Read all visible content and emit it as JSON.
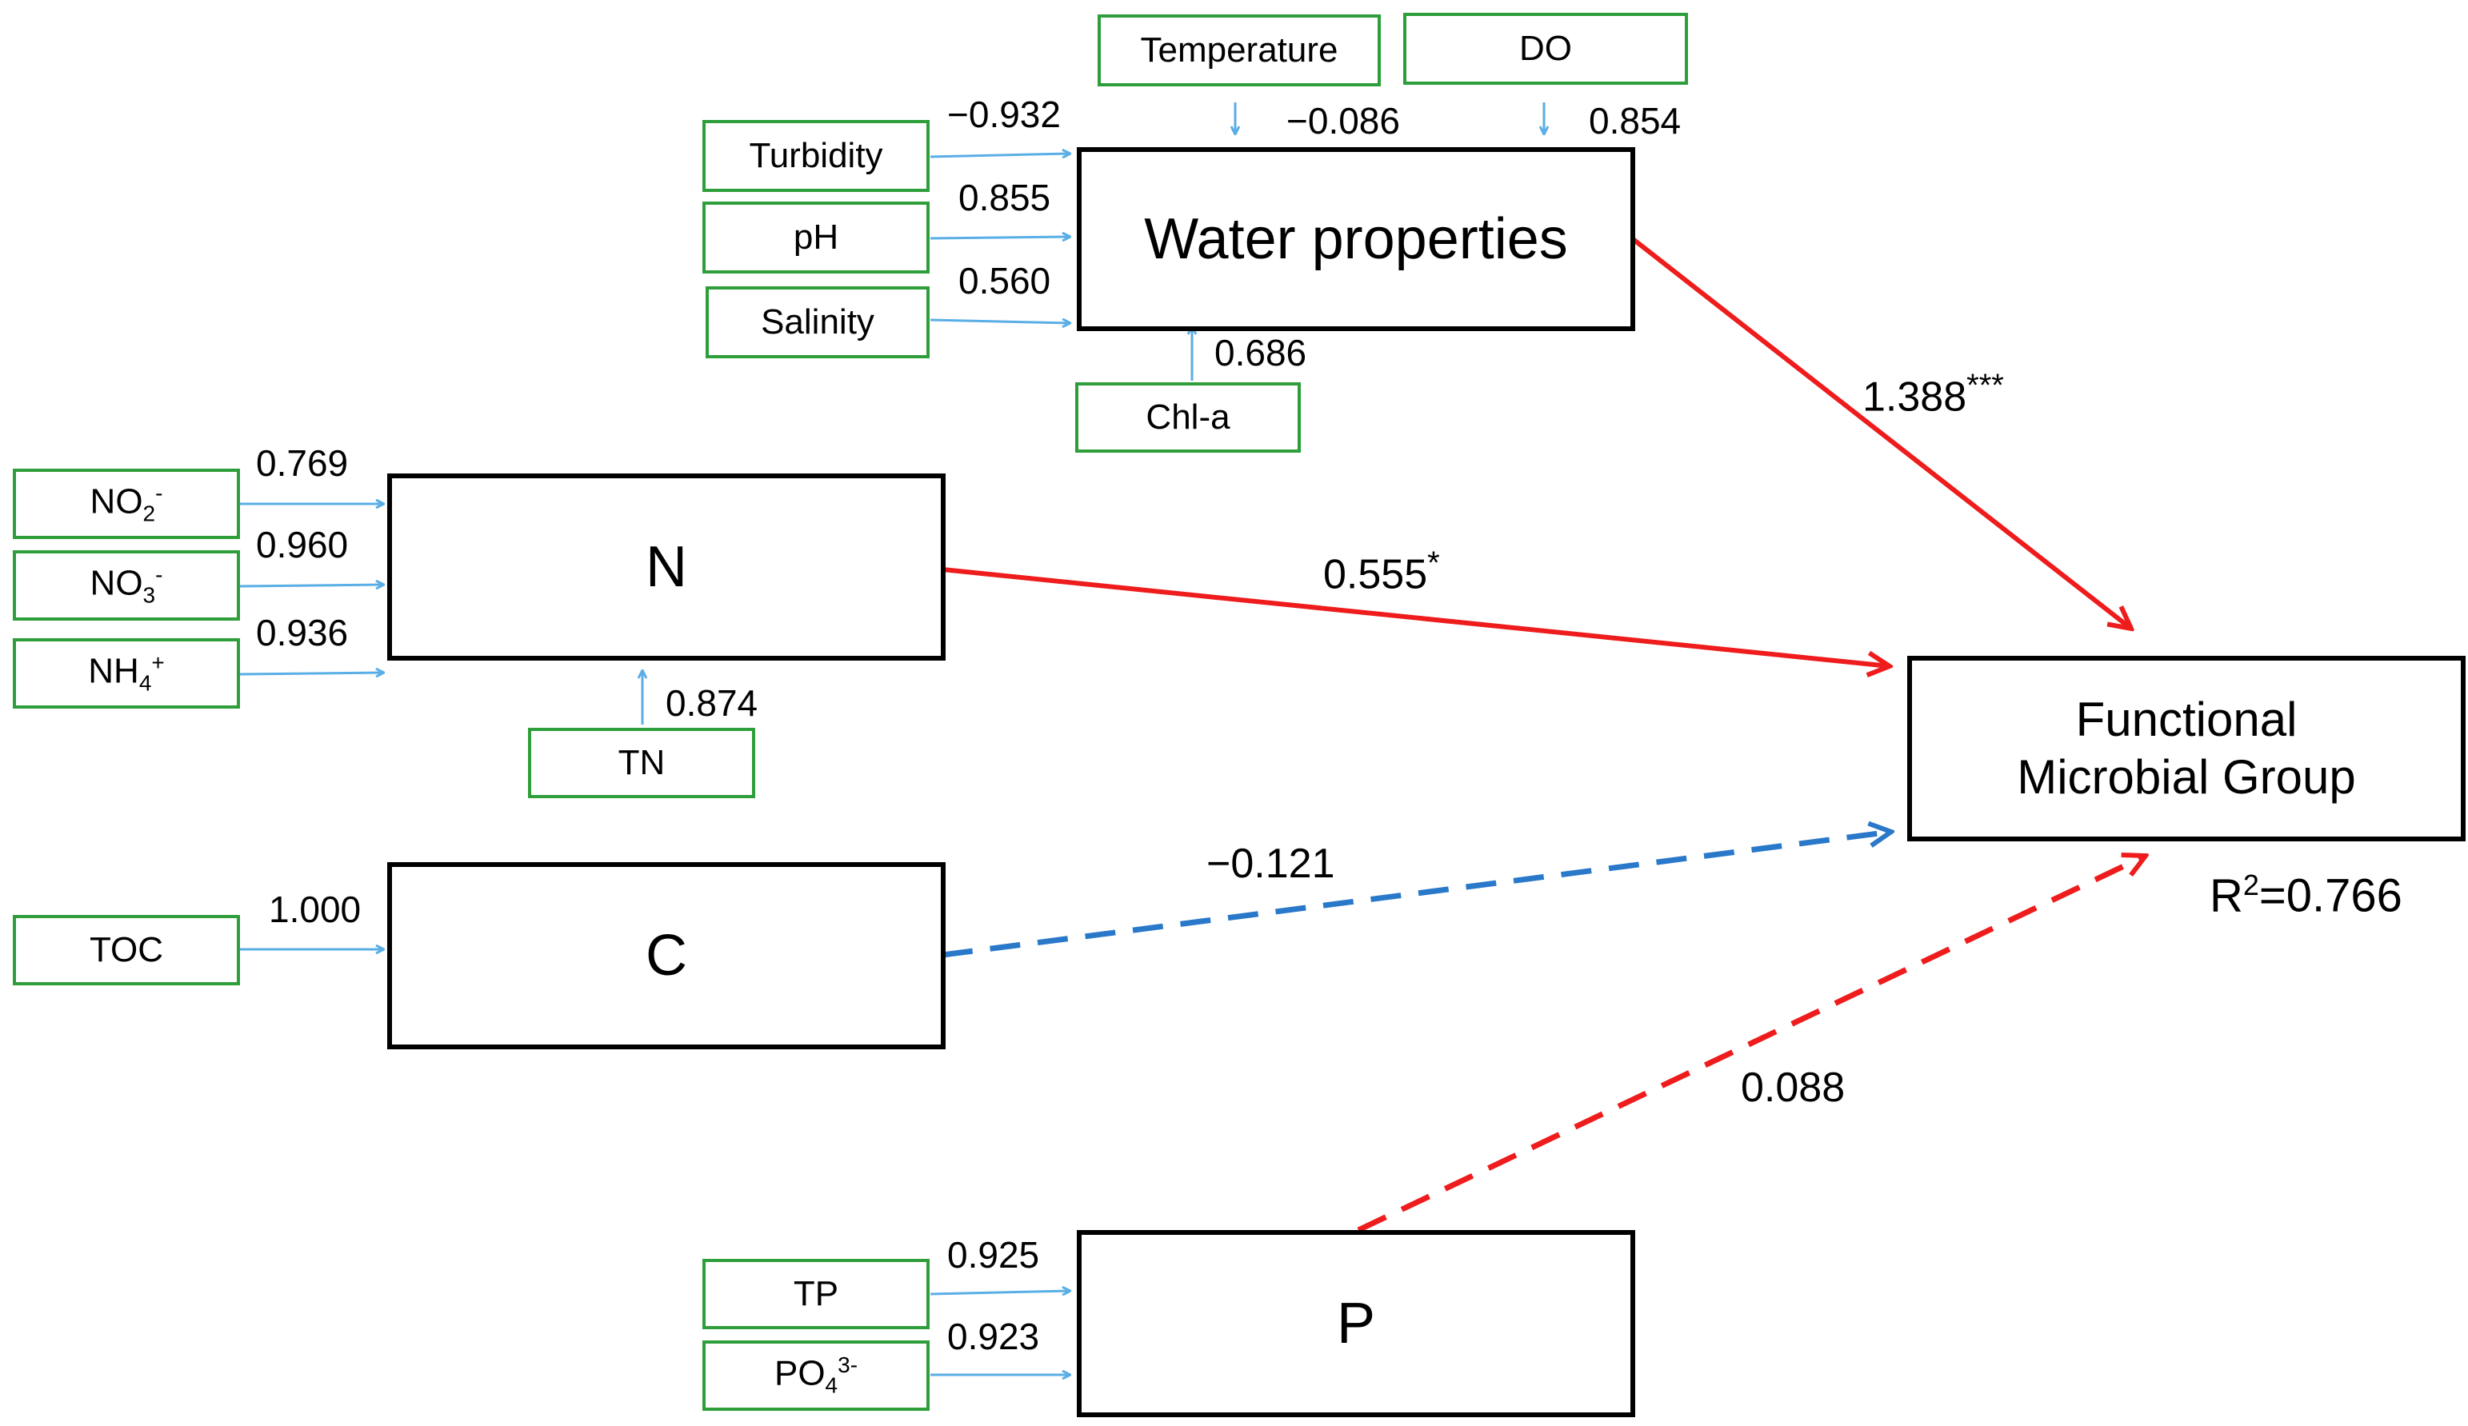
{
  "latents": {
    "water": "Water properties",
    "n": "N",
    "c": "C",
    "p": "P",
    "fmg_line1": "Functional",
    "fmg_line2": "Microbial Group"
  },
  "indicators": {
    "temperature": "Temperature",
    "do": "DO",
    "turbidity": "Turbidity",
    "ph": "pH",
    "salinity": "Salinity",
    "chla": "Chl-a",
    "no2": {
      "base": "NO",
      "sub": "2",
      "sup": "-"
    },
    "no3": {
      "base": "NO",
      "sub": "3",
      "sup": "-"
    },
    "nh4": {
      "base": "NH",
      "sub": "4",
      "sup": "+"
    },
    "tn": "TN",
    "toc": "TOC",
    "tp": "TP",
    "po4": {
      "base": "PO",
      "sub": "4",
      "sup": "3-"
    }
  },
  "loadings": {
    "temperature": "−0.086",
    "do": "0.854",
    "turbidity": "−0.932",
    "ph": "0.855",
    "salinity": "0.560",
    "chla": "0.686",
    "no2": "0.769",
    "no3": "0.960",
    "nh4": "0.936",
    "tn": "0.874",
    "toc": "1.000",
    "tp": "0.925",
    "po4": "0.923"
  },
  "paths": {
    "water": {
      "value": "1.388",
      "sig": "***",
      "significant": true
    },
    "n": {
      "value": "0.555",
      "sig": "*",
      "significant": true
    },
    "c": {
      "value": "−0.121",
      "sig": "",
      "significant": false
    },
    "p": {
      "value": "0.088",
      "sig": "",
      "significant": false
    }
  },
  "r2": {
    "prefix": "R",
    "sup": "2",
    "value": "=0.766"
  },
  "colors": {
    "positive_path": "#ee1c1c",
    "negative_path": "#2a78c9",
    "loading_arrow": "#5aaee6",
    "indicator_border": "#2e9e3a"
  }
}
